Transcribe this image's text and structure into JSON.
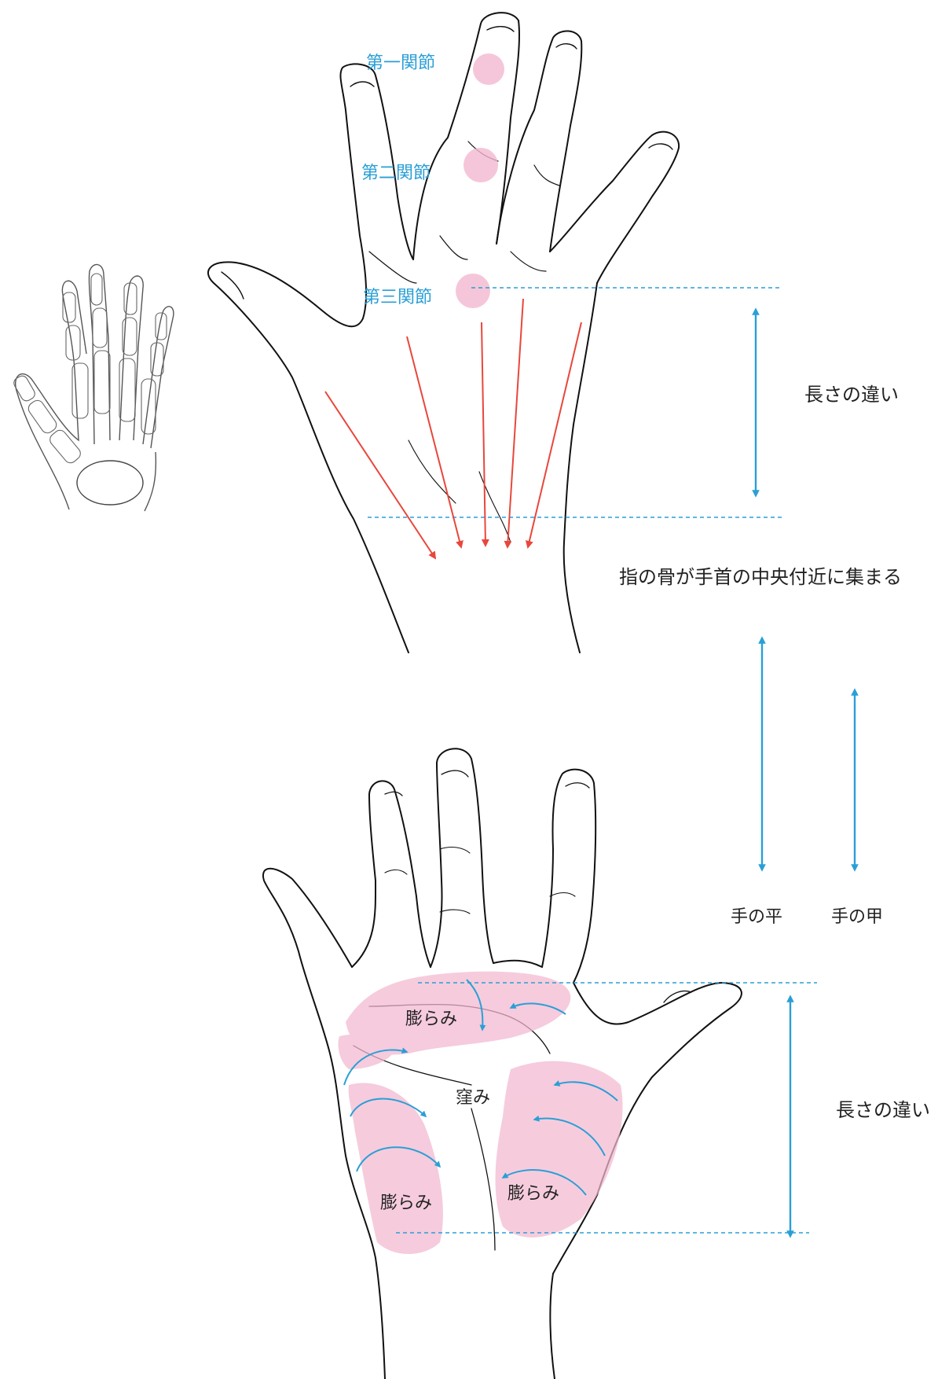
{
  "diagram": {
    "joints": {
      "first": "第一関節",
      "second": "第二関節",
      "third": "第三関節"
    },
    "back_hand_length_note": "長さの違い",
    "bones_converge_note": "指の骨が手首の中央付近に集まる",
    "palm_label": "手の平",
    "back_label": "手の甲",
    "palm_length_note": "長さの違い",
    "palm_regions": {
      "bulge_top": "膨らみ",
      "hollow": "窪み",
      "bulge_left": "膨らみ",
      "bulge_right": "膨らみ"
    },
    "colors": {
      "accent_blue": "#2a9fd6",
      "arrow_red": "#e8473c",
      "highlight_pink": "#f2b8d0",
      "line": "#111111"
    }
  }
}
